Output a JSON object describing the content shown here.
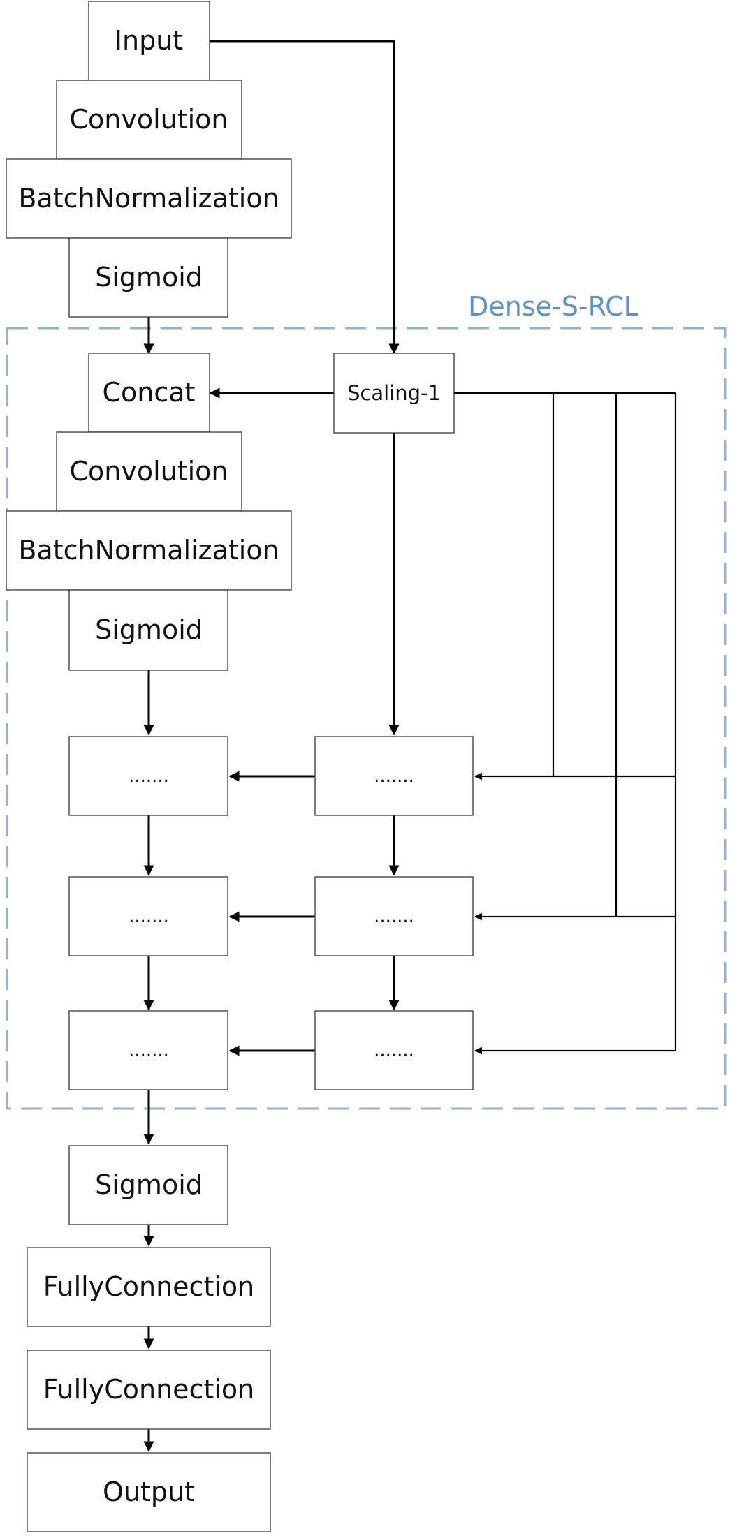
{
  "group": {
    "label": "Dense-S-RCL",
    "border_color": "#8eb1de",
    "label_color": "#5b93cf"
  },
  "nodes": {
    "input": "Input",
    "conv1": "Convolution",
    "bn1": "BatchNormalization",
    "sigmoid1": "Sigmoid",
    "concat": "Concat",
    "conv2": "Convolution",
    "bn2": "BatchNormalization",
    "sigmoid2": "Sigmoid",
    "scaling": "Scaling-1",
    "left_dots_1": ".......",
    "left_dots_2": ".......",
    "left_dots_3": ".......",
    "right_dots_1": ".......",
    "right_dots_2": ".......",
    "right_dots_3": ".......",
    "sigmoid3": "Sigmoid",
    "fc1": "FullyConnection",
    "fc2": "FullyConnection",
    "output": "Output"
  }
}
